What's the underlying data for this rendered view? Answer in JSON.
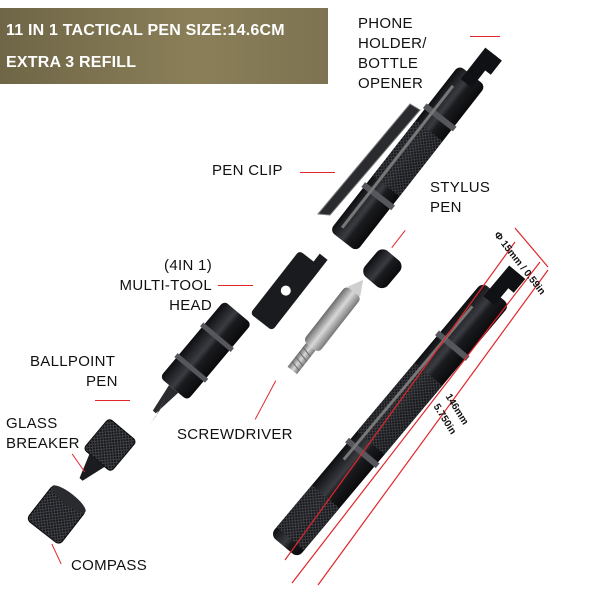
{
  "banner": {
    "line1": "11 IN 1 TACTICAL PEN SIZE:14.6CM",
    "line2": "EXTRA 3 REFILL"
  },
  "labels": {
    "phone_holder": [
      "PHONE",
      "HOLDER/",
      "BOTTLE",
      "OPENER"
    ],
    "pen_clip": "PEN CLIP",
    "stylus_pen": [
      "STYLUS",
      "PEN"
    ],
    "multi_tool": [
      "(4IN 1)",
      "MULTI-TOOL",
      "HEAD"
    ],
    "ballpoint": [
      "BALLPOINT",
      "PEN"
    ],
    "screwdriver": "SCREWDRIVER",
    "glass_breaker": [
      "GLASS",
      "BREAKER"
    ],
    "compass": "COMPASS"
  },
  "dimensions": {
    "diameter": "Φ 15mm / 0.59in",
    "length_mm": "146mm",
    "length_in": "5.750in"
  },
  "colors": {
    "accent": "#e0262b",
    "banner": "#7d7352",
    "metal": "#1c1d20"
  }
}
